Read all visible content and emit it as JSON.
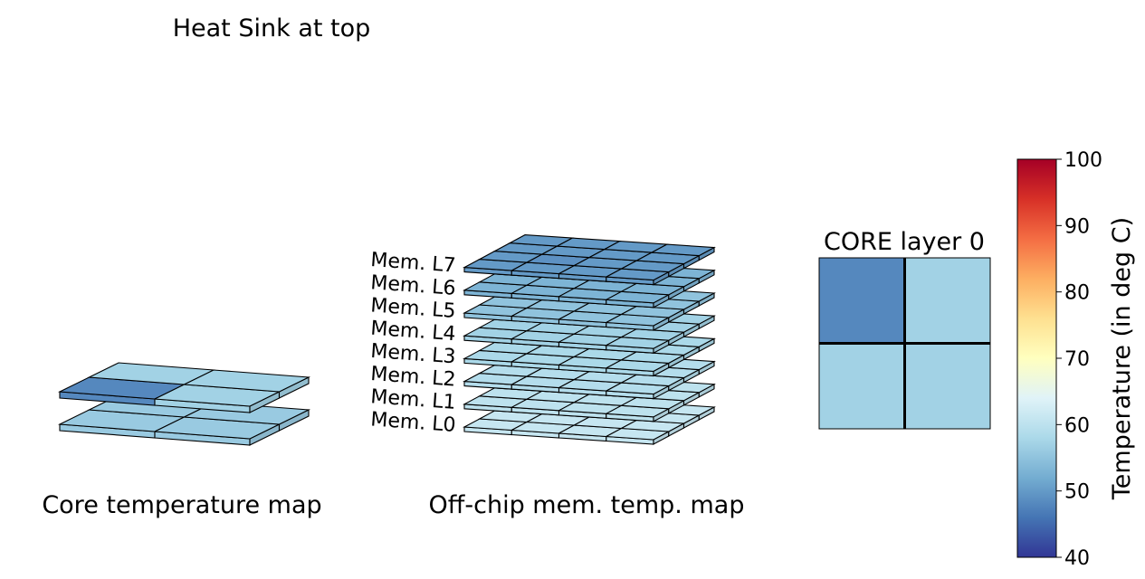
{
  "figure": {
    "title": "Heat Sink at top",
    "core_caption": "Core temperature map",
    "mem_caption": "Off-chip mem. temp. map"
  },
  "chart_data": [
    {
      "type": "heatmap",
      "title": "Core temperature map",
      "layers": [
        {
          "name": "",
          "grid": [
            [
              56,
              56
            ],
            [
              56,
              56
            ]
          ]
        },
        {
          "name": "",
          "grid": [
            [
              48,
              57
            ],
            [
              57,
              57
            ]
          ]
        }
      ]
    },
    {
      "type": "heatmap",
      "title": "Off-chip mem. temp. map",
      "layers": [
        {
          "name": "Mem. L0",
          "grid": [
            [
              61,
              61,
              61,
              61
            ],
            [
              61,
              61,
              61,
              61
            ],
            [
              61,
              61,
              61,
              61
            ],
            [
              61,
              61,
              61,
              61
            ]
          ]
        },
        {
          "name": "Mem. L1",
          "grid": [
            [
              60,
              60,
              60,
              60
            ],
            [
              60,
              60,
              60,
              60
            ],
            [
              60,
              60,
              60,
              60
            ],
            [
              60,
              60,
              60,
              60
            ]
          ]
        },
        {
          "name": "Mem. L2",
          "grid": [
            [
              59,
              59,
              59,
              59
            ],
            [
              59,
              59,
              59,
              59
            ],
            [
              59,
              59,
              59,
              59
            ],
            [
              59,
              59,
              59,
              59
            ]
          ]
        },
        {
          "name": "Mem. L3",
          "grid": [
            [
              58,
              58,
              58,
              58
            ],
            [
              58,
              58,
              58,
              58
            ],
            [
              58,
              58,
              58,
              58
            ],
            [
              58,
              58,
              58,
              58
            ]
          ]
        },
        {
          "name": "Mem. L4",
          "grid": [
            [
              57,
              57,
              57,
              57
            ],
            [
              57,
              57,
              57,
              57
            ],
            [
              57,
              57,
              57,
              57
            ],
            [
              57,
              57,
              57,
              57
            ]
          ]
        },
        {
          "name": "Mem. L5",
          "grid": [
            [
              55,
              55,
              55,
              55
            ],
            [
              55,
              55,
              55,
              55
            ],
            [
              55,
              55,
              55,
              55
            ],
            [
              55,
              55,
              55,
              55
            ]
          ]
        },
        {
          "name": "Mem. L6",
          "grid": [
            [
              53,
              53,
              53,
              53
            ],
            [
              53,
              53,
              53,
              53
            ],
            [
              53,
              53,
              53,
              53
            ],
            [
              53,
              53,
              53,
              53
            ]
          ]
        },
        {
          "name": "Mem. L7",
          "grid": [
            [
              50,
              50,
              50,
              50
            ],
            [
              50,
              49,
              50,
              50
            ],
            [
              50,
              50,
              50,
              50
            ],
            [
              50,
              50,
              50,
              50
            ]
          ]
        }
      ]
    },
    {
      "type": "heatmap",
      "title": "CORE layer 0",
      "grid": [
        [
          48,
          57
        ],
        [
          57,
          57
        ]
      ]
    }
  ],
  "colorbar": {
    "label": "Temperature (in deg C)",
    "range": [
      40,
      100
    ],
    "ticks": [
      40,
      50,
      60,
      70,
      80,
      90,
      100
    ],
    "colormap": "RdYlBu_r",
    "stops": [
      "#313695",
      "#4575b4",
      "#74add1",
      "#abd9e9",
      "#e0f3f8",
      "#ffffbf",
      "#fee090",
      "#fdae61",
      "#f46d43",
      "#d73027",
      "#a50026"
    ]
  }
}
